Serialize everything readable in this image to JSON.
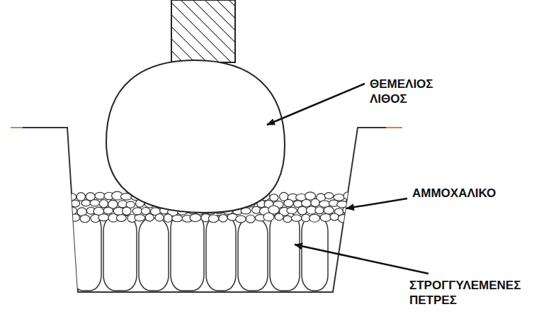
{
  "diagram": {
    "labels": [
      "ΘΕΜΕΛΙΟΣ ΛΙΘΟΣ",
      "ΑΜΜΟΧΑΛΙΚΟ",
      "ΣΤΡΟΓΓΥΛΕΜΕΝΕΣ ΠΕΤΡΕΣ"
    ]
  }
}
